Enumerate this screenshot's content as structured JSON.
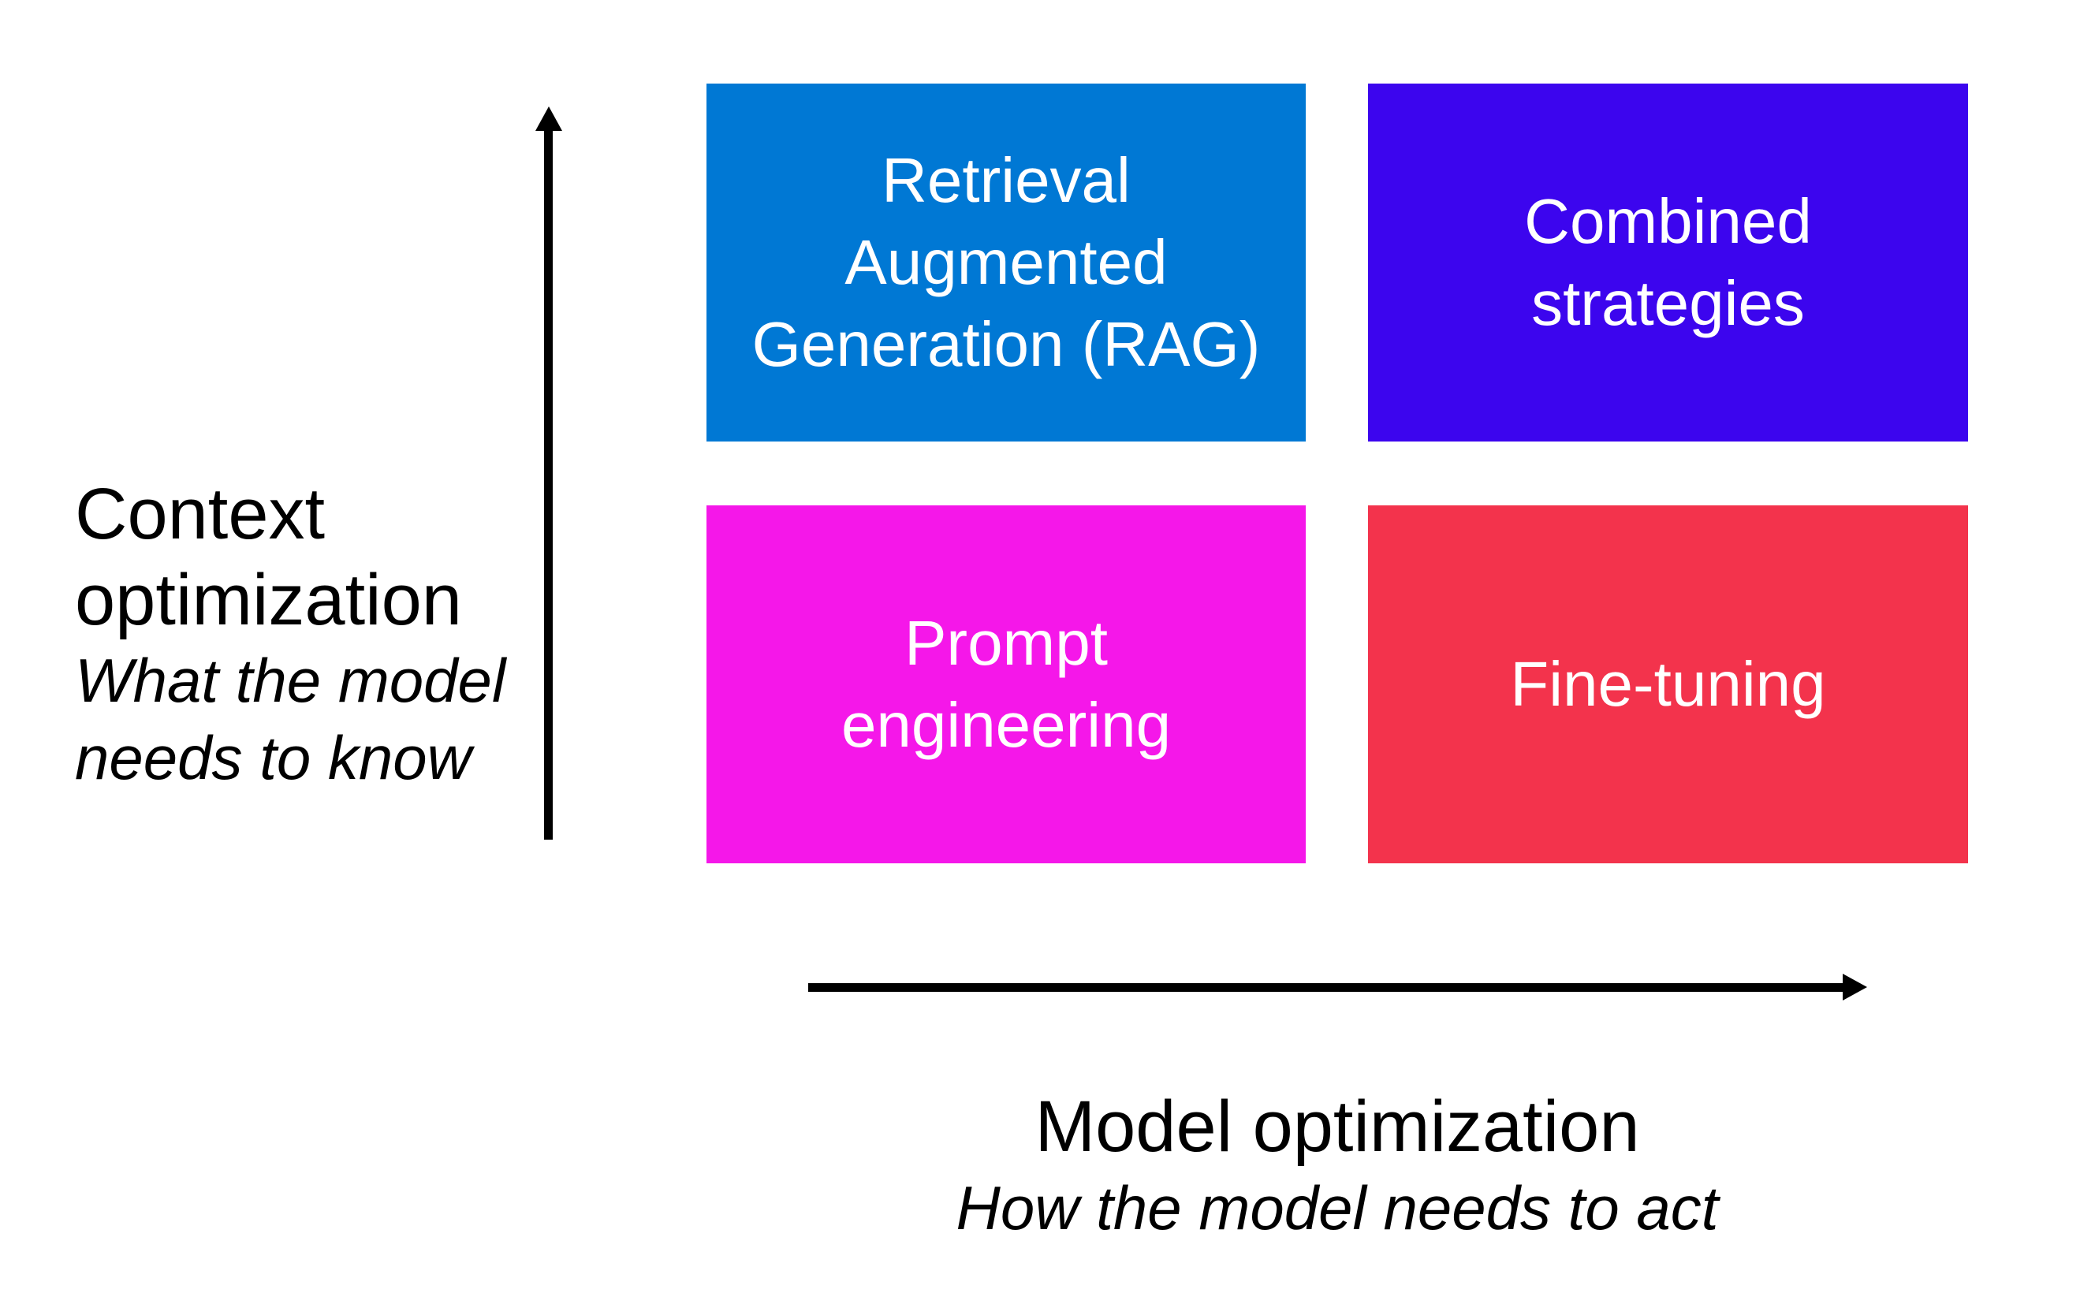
{
  "diagram": {
    "background": "#FFFFFF",
    "box_text_color": "#FFFFFF",
    "axis_color": "#000000",
    "quadrants": {
      "rag": {
        "label": "Retrieval Augmented Generation (RAG)",
        "lines": [
          "Retrieval",
          "Augmented",
          "Generation (RAG)"
        ],
        "color": "#0078D4",
        "position": "top-left"
      },
      "combined": {
        "label": "Combined strategies",
        "lines": [
          "Combined",
          "strategies"
        ],
        "color": "#3C05EE",
        "position": "top-right"
      },
      "prompt": {
        "label": "Prompt engineering",
        "lines": [
          "Prompt",
          "engineering"
        ],
        "color": "#F517E9",
        "position": "bottom-left"
      },
      "finetuning": {
        "label": "Fine-tuning",
        "lines": [
          "Fine-tuning"
        ],
        "color": "#F3334C",
        "position": "bottom-right"
      }
    },
    "y_axis": {
      "title": "Context optimization",
      "title_lines": [
        "Context",
        "optimization"
      ],
      "subtitle": "What the model needs to know",
      "subtitle_lines": [
        "What the model",
        "needs to know"
      ]
    },
    "x_axis": {
      "title": "Model optimization",
      "title_lines": [
        "Model optimization"
      ],
      "subtitle": "How the model needs to act",
      "subtitle_lines": [
        "How the model needs to act"
      ]
    }
  }
}
